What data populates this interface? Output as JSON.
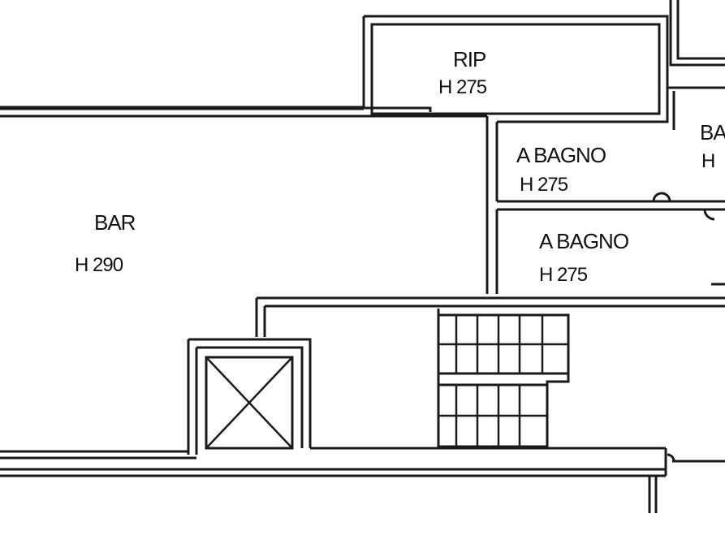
{
  "rooms": {
    "rip": {
      "label": "RIP",
      "height": "H 275"
    },
    "bagno_upper": {
      "label": "A BAGNO",
      "height": "H 275"
    },
    "bagno_lower": {
      "label": "A BAGNO",
      "height": "H 275"
    },
    "bar": {
      "label": "BAR",
      "height": "H 290"
    },
    "right_partial": {
      "label": "BA",
      "height": "H"
    }
  }
}
